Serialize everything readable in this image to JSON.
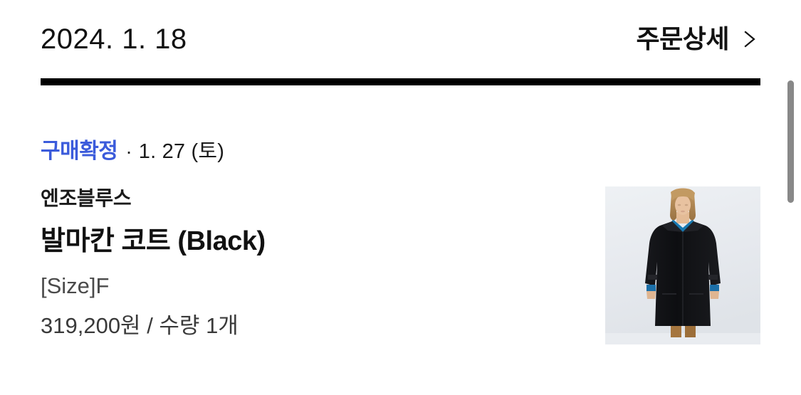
{
  "header": {
    "order_date": "2024. 1. 18",
    "detail_link_label": "주문상세",
    "chevron_icon": "chevron-right-icon"
  },
  "order": {
    "status": {
      "label": "구매확정",
      "separator": "·",
      "date": "1. 27 (토)",
      "color": "#3B5BDB"
    },
    "product": {
      "brand": "엔조블루스",
      "title": "발마칸 코트 (Black)",
      "option": "[Size]F",
      "price_quantity": "319,200원 / 수량 1개",
      "thumbnail_alt": "product-thumbnail-balmacaan-coat-black"
    }
  },
  "scrollbar": {
    "name": "vertical-scrollbar"
  },
  "colors": {
    "accent_blue": "#3B5BDB",
    "divider_black": "#000000",
    "text_primary": "#111111",
    "text_secondary": "#4a4a4a",
    "thumb_background": "#e7eaee",
    "scrollbar_thumb": "#888888"
  }
}
